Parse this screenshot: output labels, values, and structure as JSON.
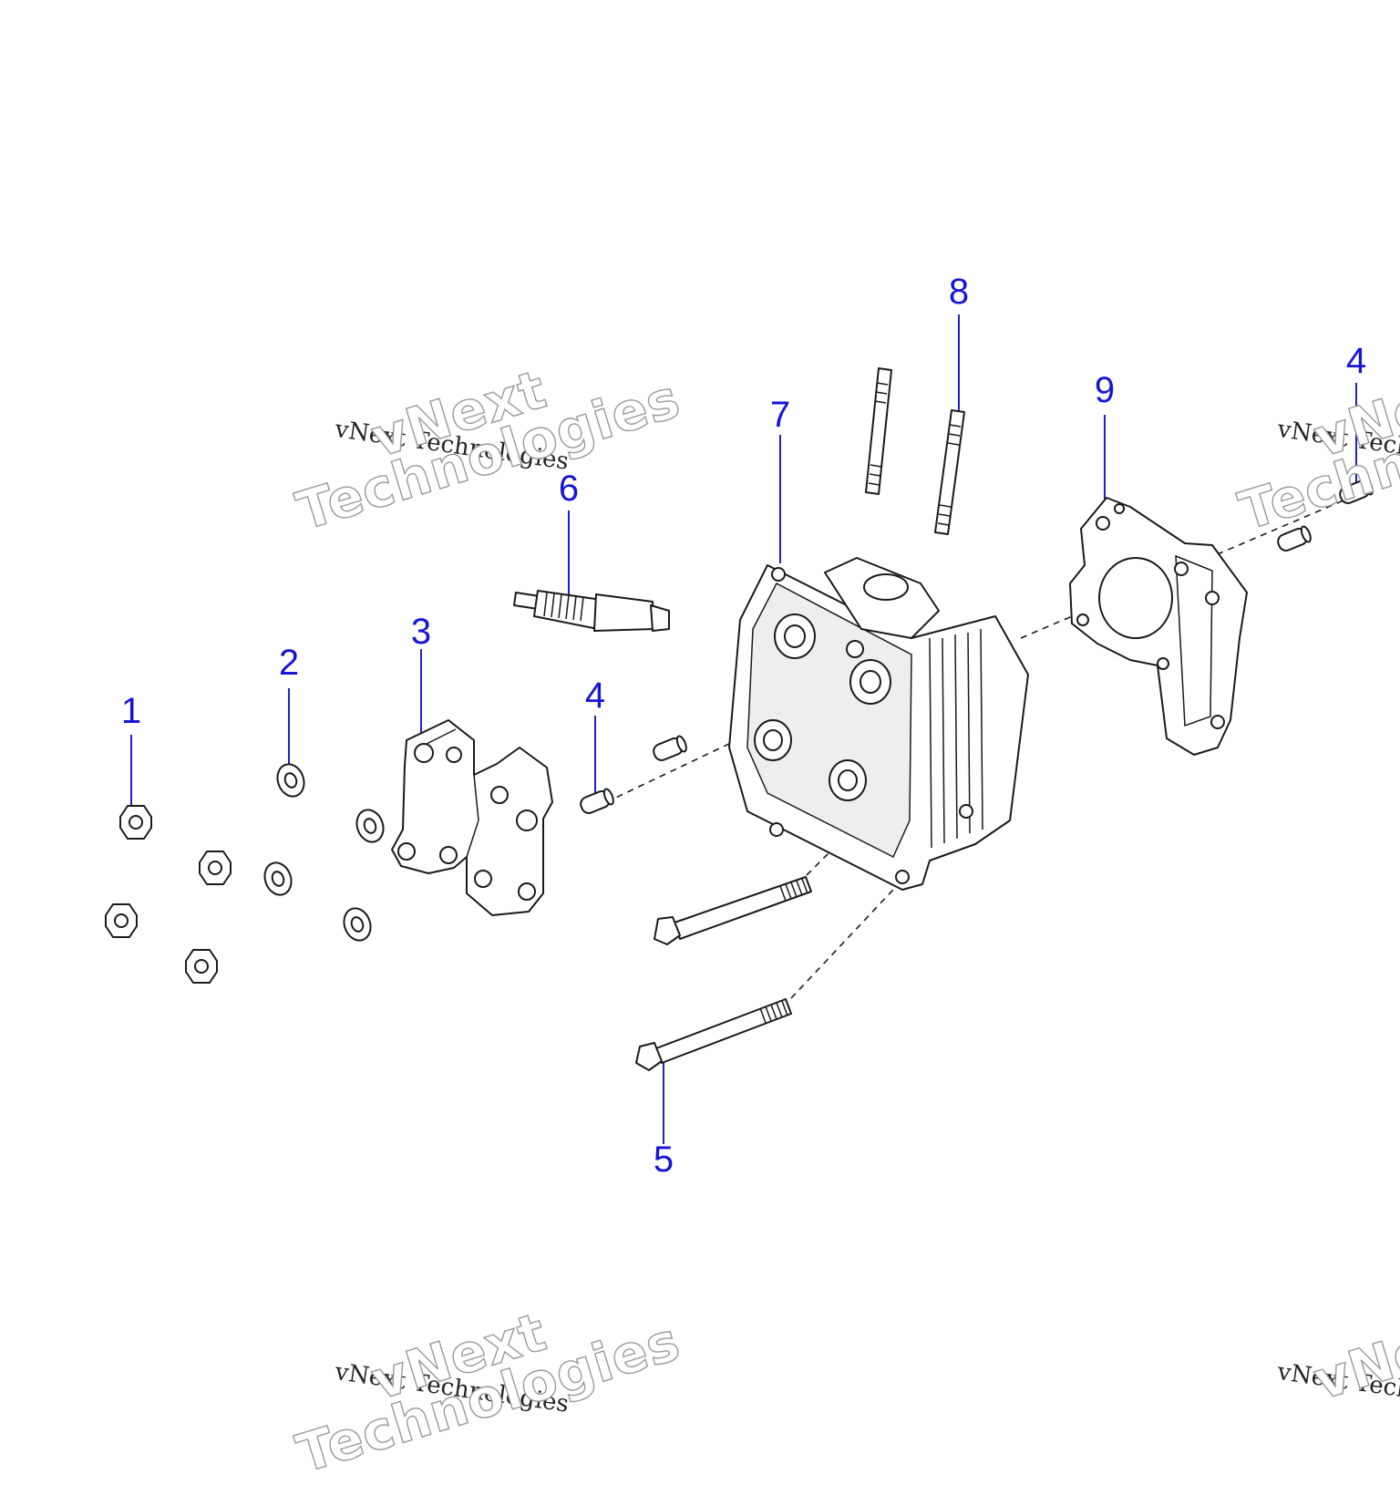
{
  "callouts": {
    "c1": "1",
    "c2": "2",
    "c3": "3",
    "c4a": "4",
    "c4b": "4",
    "c5": "5",
    "c6": "6",
    "c7": "7",
    "c8": "8",
    "c9": "9"
  },
  "watermark": {
    "small": "vNext Technologies",
    "big_line1": "vNext",
    "big_line2": "Technologies"
  },
  "colors": {
    "callout": "#1515d6",
    "line_art": "#1a1a1a",
    "background": "#ffffff"
  }
}
